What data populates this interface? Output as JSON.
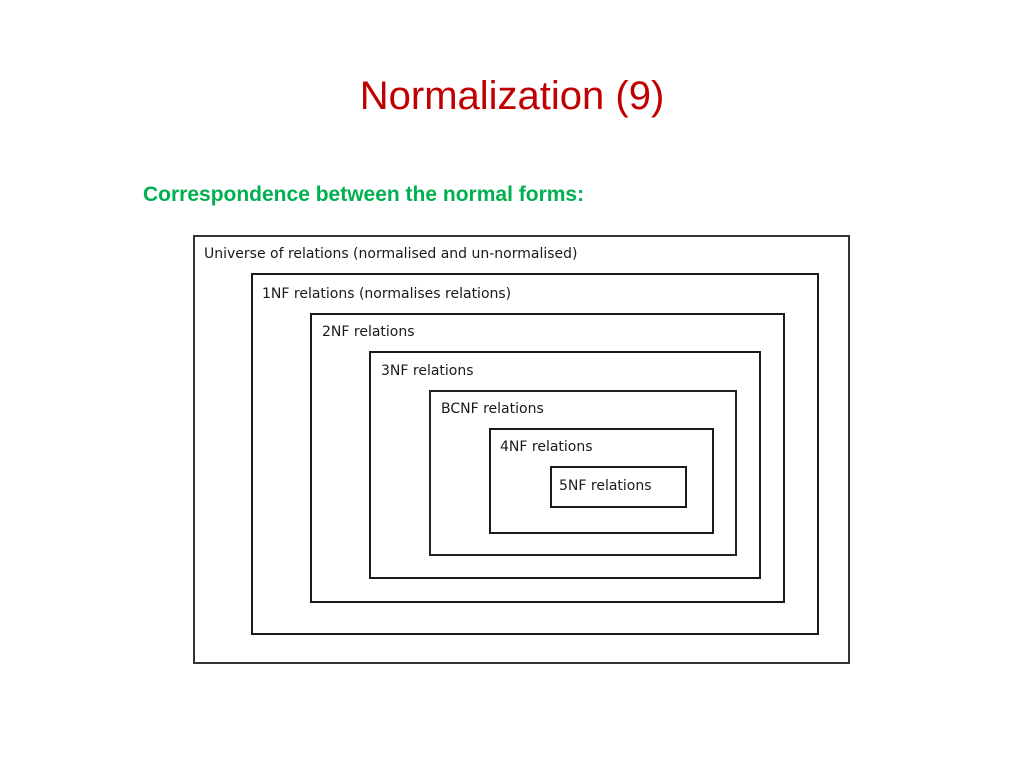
{
  "slide": {
    "title": "Normalization (9)",
    "subtitle": "Correspondence between the normal forms:"
  },
  "diagram": {
    "universe_label": "Universe of relations (normalised and un-normalised)",
    "nf1_label": "1NF relations (normalises relations)",
    "nf2_label": "2NF relations",
    "nf3_label": "3NF relations",
    "bcnf_label": "BCNF relations",
    "nf4_label": "4NF relations",
    "nf5_label": "5NF relations"
  },
  "colors": {
    "title": "#c00000",
    "subtitle": "#00b050",
    "box_border": "#1a1a1a"
  }
}
